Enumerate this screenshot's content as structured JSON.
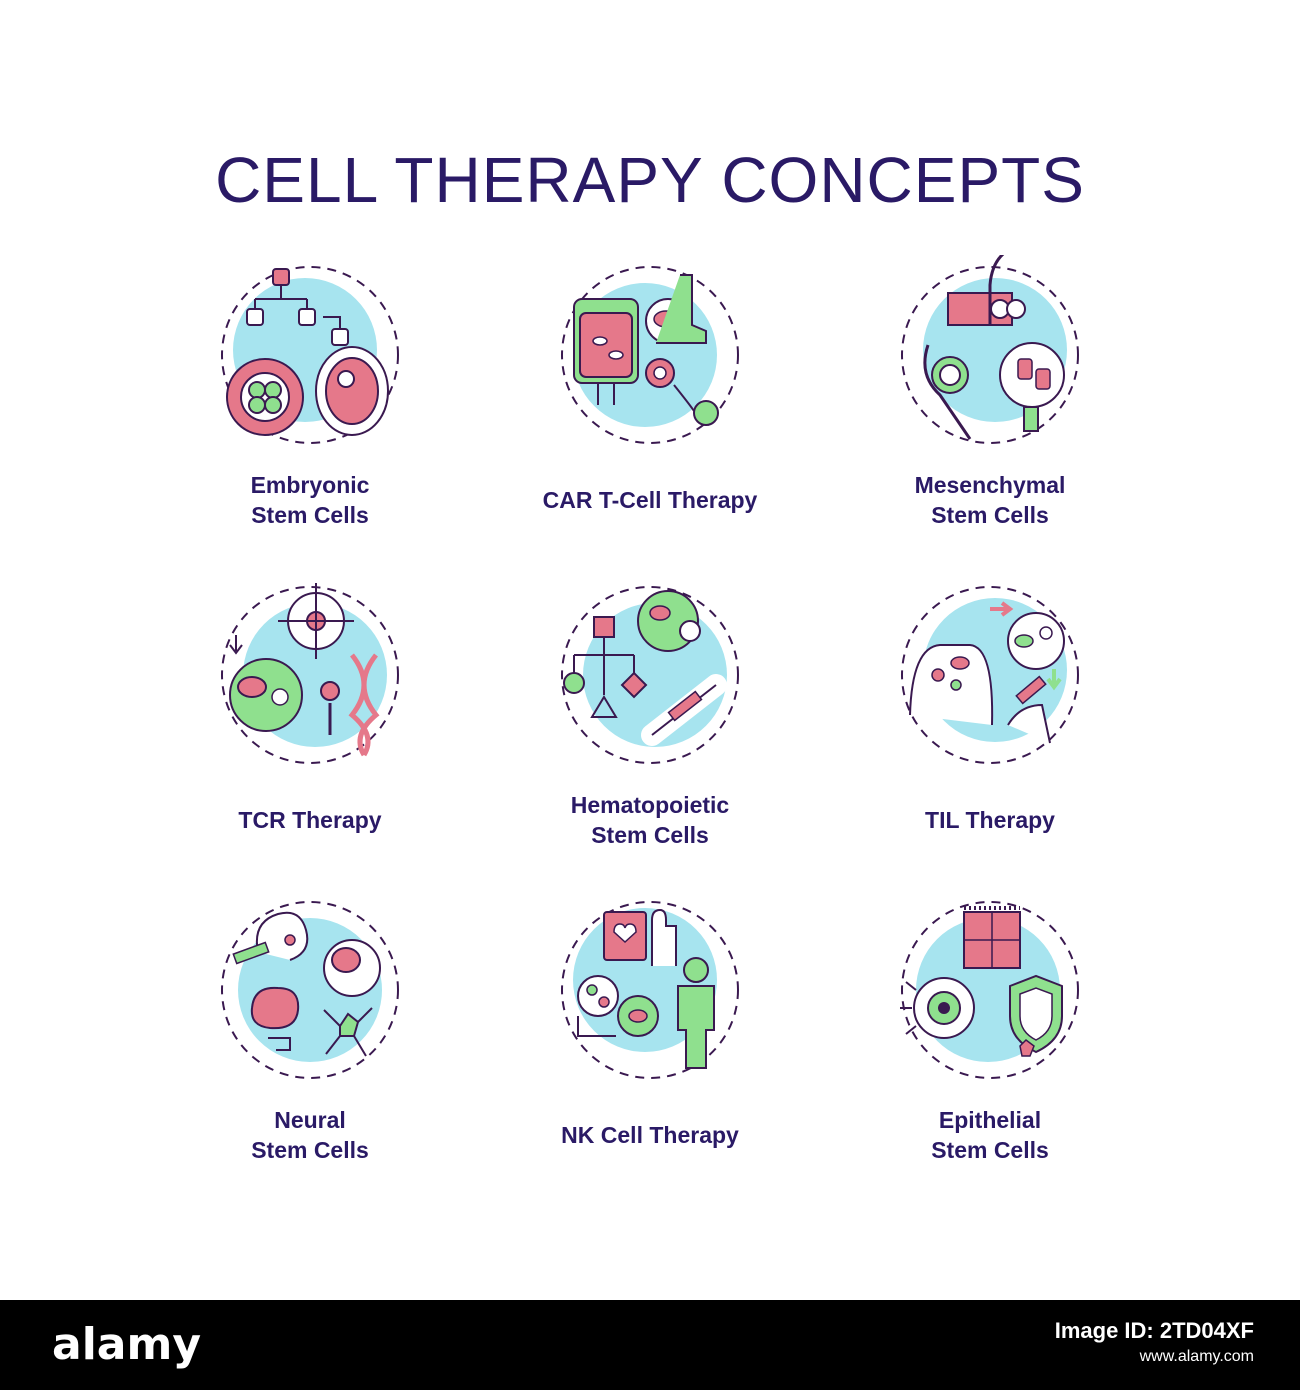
{
  "title": "CELL THERAPY CONCEPTS",
  "colors": {
    "title": "#2a1a66",
    "accent_circle": "#a7e4ef",
    "pink": "#e5788a",
    "green": "#8fe08e",
    "outline": "#3a1950"
  },
  "items": [
    {
      "label_lines": [
        "Embryonic",
        "Stem Cells"
      ],
      "icon": "embryo-icon"
    },
    {
      "label_lines": [
        "CAR  T-Cell Therapy"
      ],
      "icon": "blood-bag-microscope-icon"
    },
    {
      "label_lines": [
        "Mesenchymal",
        "Stem Cells"
      ],
      "icon": "bone-hair-icon"
    },
    {
      "label_lines": [
        "TCR Therapy"
      ],
      "icon": "target-dna-icon"
    },
    {
      "label_lines": [
        "Hematopoietic",
        "Stem Cells"
      ],
      "icon": "bone-syringe-icon"
    },
    {
      "label_lines": [
        "TIL Therapy"
      ],
      "icon": "body-syringe-icon"
    },
    {
      "label_lines": [
        "Neural",
        "Stem Cells"
      ],
      "icon": "brain-neuron-icon"
    },
    {
      "label_lines": [
        "NK Cell Therapy"
      ],
      "icon": "hand-person-icon"
    },
    {
      "label_lines": [
        "Epithelial",
        "Stem Cells"
      ],
      "icon": "eye-shield-icon"
    }
  ],
  "footer": {
    "logo": "alamy",
    "image_id_label": "Image ID: 2TD04XF",
    "site": "www.alamy.com"
  }
}
